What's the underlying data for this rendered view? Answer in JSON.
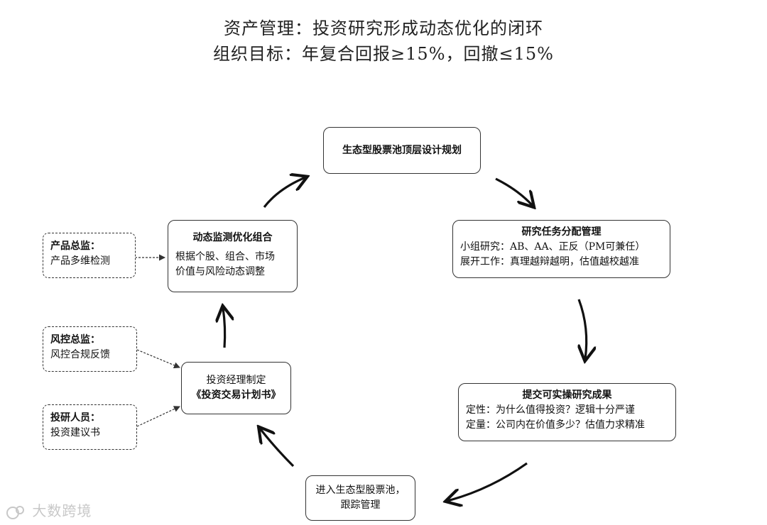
{
  "title": {
    "line1": "资产管理：投资研究形成动态优化的闭环",
    "line2": "组织目标：年复合回报≥15%，回撤≤15%"
  },
  "nodes": {
    "top_design": {
      "label": "生态型股票池顶层设计规划"
    },
    "research_assign": {
      "head": "研究任务分配管理",
      "line1": "小组研究：AB、AA、正反（PM可兼任）",
      "line2": "展开工作：真理越辩越明，估值越校越准"
    },
    "submit_results": {
      "head": "提交可实操研究成果",
      "line1": "定性：为什么值得投资？逻辑十分严谨",
      "line2": "定量：公司内在价值多少？估值力求精准"
    },
    "enter_pool": {
      "line1": "进入生态型股票池，",
      "line2": "跟踪管理"
    },
    "trade_plan": {
      "line1": "投资经理制定",
      "line2": "《投资交易计划书》"
    },
    "dynamic_monitor": {
      "head": "动态监测优化组合",
      "line1": "根据个股、组合、市场",
      "line2": "价值与风险动态调整"
    }
  },
  "side_inputs": {
    "product": {
      "head": "产品总监：",
      "body": "产品多维检测"
    },
    "risk": {
      "head": "风控总监：",
      "body": "风控合规反馈"
    },
    "research_staff": {
      "head": "投研人员：",
      "body": "投资建议书"
    }
  },
  "watermark": {
    "text": "大数跨境"
  }
}
